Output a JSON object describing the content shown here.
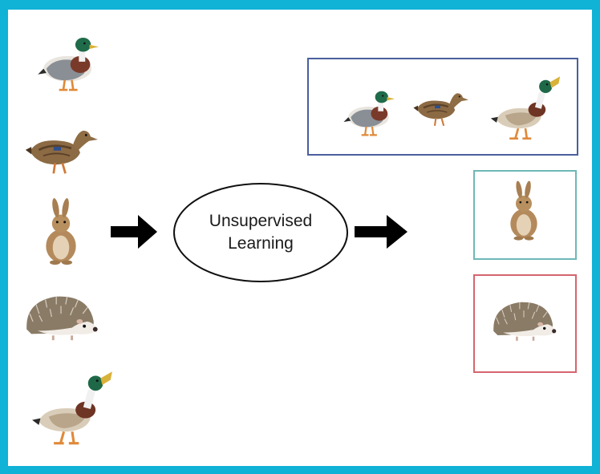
{
  "diagram": {
    "process_label_line1": "Unsupervised",
    "process_label_line2": "Learning",
    "inputs": [
      {
        "animal": "duck",
        "kind": "mallard-drake"
      },
      {
        "animal": "duck",
        "kind": "mallard-hen"
      },
      {
        "animal": "rabbit"
      },
      {
        "animal": "hedgehog"
      },
      {
        "animal": "duck",
        "kind": "mallard-drake-calling"
      }
    ],
    "clusters": [
      {
        "name": "ducks",
        "count": 3
      },
      {
        "name": "rabbits",
        "count": 1
      },
      {
        "name": "hedgehogs",
        "count": 1
      }
    ]
  },
  "colors": {
    "frame": "#10b2d6",
    "duck_cluster_border": "#4a5f9e",
    "rabbit_cluster_border": "#6fb7b7",
    "hedgehog_cluster_border": "#d4656e",
    "arrow": "#000000"
  }
}
